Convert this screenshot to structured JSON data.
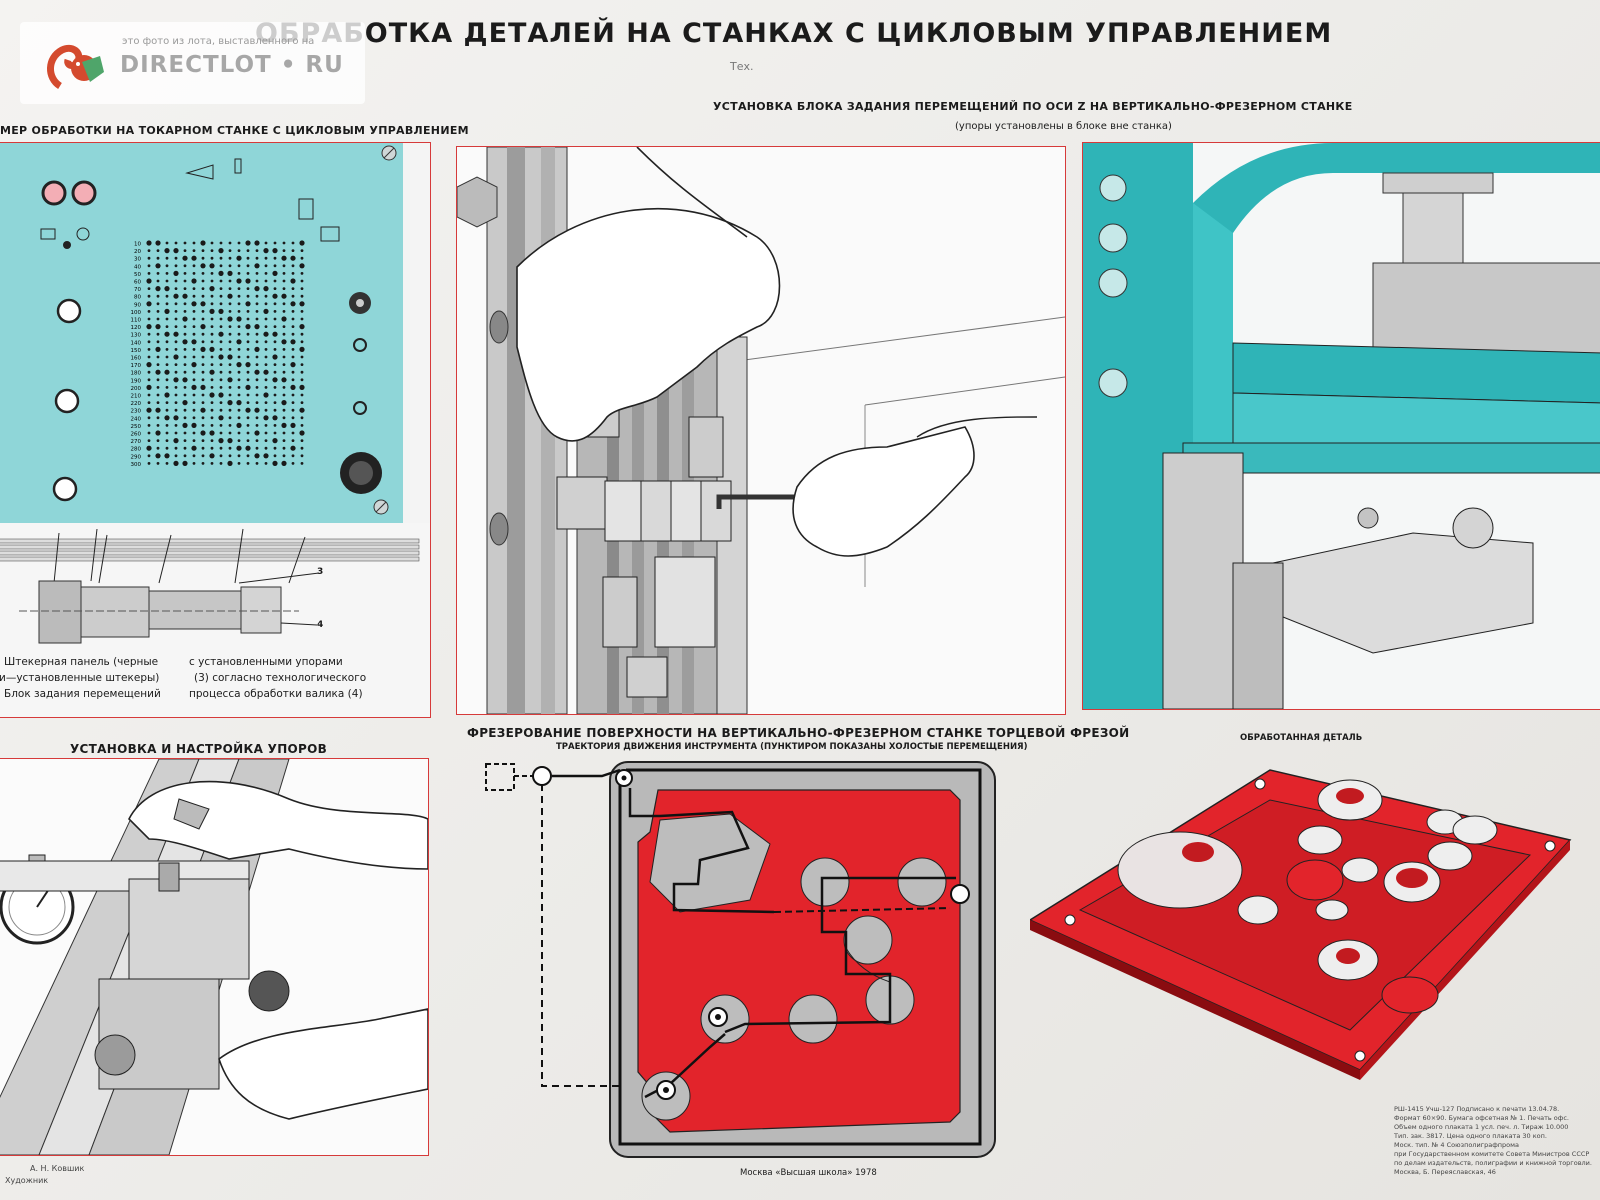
{
  "poster": {
    "title": "ОБРАБОТКА ДЕТАЛЕЙ НА СТАНКАХ С ЦИКЛОВЫМ УПРАВЛЕНИЕМ",
    "watermark_caption": "это фото из лота, выставленного на",
    "watermark_logo": "DIRECTLOT • RU",
    "top_left_stub": "Тех.",
    "section_lathe_title": "МЕР ОБРАБОТКИ НА ТОКАРНОМ СТАНКЕ С ЦИКЛОВЫМ УПРАВЛЕНИЕМ",
    "section_z_title": "УСТАНОВКА БЛОКА ЗАДАНИЯ ПЕРЕМЕЩЕНИЙ ПО ОСИ Z НА ВЕРТИКАЛЬНО-ФРЕЗЕРНОМ СТАНКЕ",
    "section_z_subtitle": "(упоры установлены в блоке вне станка)",
    "lathe_legend": {
      "line1_left": "Штекерная панель (черные",
      "line1_right": "с установленными упорами",
      "line2_left": "и—установленные штекеры)",
      "line2_right": "(3) согласно технологического",
      "line3_left": "Блок задания перемещений",
      "line3_right": "процесса обработки валика (4)",
      "callout_3": "3",
      "callout_4": "4"
    },
    "section_setup_title": "УСТАНОВКА И НАСТРОЙКА УПОРОВ",
    "section_milling_title": "ФРЕЗЕРОВАНИЕ ПОВЕРХНОСТИ НА ВЕРТИКАЛЬНО-ФРЕЗЕРНОМ СТАНКЕ ТОРЦЕВОЙ ФРЕЗОЙ",
    "section_milling_subtitle": "ТРАЕКТОРИЯ ДВИЖЕНИЯ ИНСТРУМЕНТА (ПУНКТИРОМ ПОКАЗАНЫ ХОЛОСТЫЕ ПЕРЕМЕЩЕНИЯ)",
    "section_part_title": "ОБРАБОТАННАЯ ДЕТАЛЬ",
    "publisher": "Москва «Высшая школа» 1978",
    "author": "А. Н. Ковшик",
    "author_role": "Художник",
    "imprint": [
      "РШ-1415  Учш-127 Подписано к печати 13.04.78.",
      "Формат 60×90. Бумага офсетная № 1. Печать офс.",
      "Объем одного плаката 1 усл. печ. л. Тираж 10.000",
      "Тип. зак. 3817. Цена одного плаката 30 коп.",
      "Моск. тип. № 4 Союзполиграфпрома",
      "при Государственном комитете Совета Министров СССР",
      "по делам издательств, полиграфии и книжной торговли.",
      "Москва, Б. Переяславская, 46"
    ],
    "panel_numbers": [
      "10",
      "20",
      "30",
      "40",
      "50",
      "60",
      "70",
      "80",
      "90",
      "100",
      "110",
      "120",
      "130",
      "140",
      "150",
      "160",
      "170",
      "180",
      "190",
      "200",
      "210",
      "220",
      "230",
      "240",
      "250",
      "260",
      "270",
      "280",
      "290",
      "300"
    ],
    "panel_colors": {
      "cyan": "#8fd6d8",
      "red": "#e2242b",
      "teal": "#2fb4b7",
      "frame_red": "#d63a3a"
    }
  }
}
